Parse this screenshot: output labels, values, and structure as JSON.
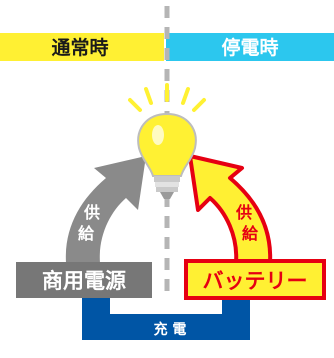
{
  "header": {
    "normal_label": "通常時",
    "outage_label": "停電時"
  },
  "left": {
    "source_label": "商用電源",
    "supply_top": "供",
    "supply_bottom": "給"
  },
  "right": {
    "source_label": "バッテリー",
    "supply_top": "供",
    "supply_bottom": "給"
  },
  "bottom": {
    "charge_label": "充 電"
  },
  "colors": {
    "normal_header": "#fff033",
    "outage_header": "#2cc7ee",
    "gray_arrow": "#8a8a8a",
    "commercial_box": "#777777",
    "battery_box": "#fff033",
    "red_outline": "#e60012",
    "blue_arrow": "#0055a5",
    "bulb_glow": "#fff133",
    "divider": "#b5b5b5"
  },
  "icons": {
    "bulb": "lightbulb-icon",
    "rays": "light-rays-icon"
  }
}
